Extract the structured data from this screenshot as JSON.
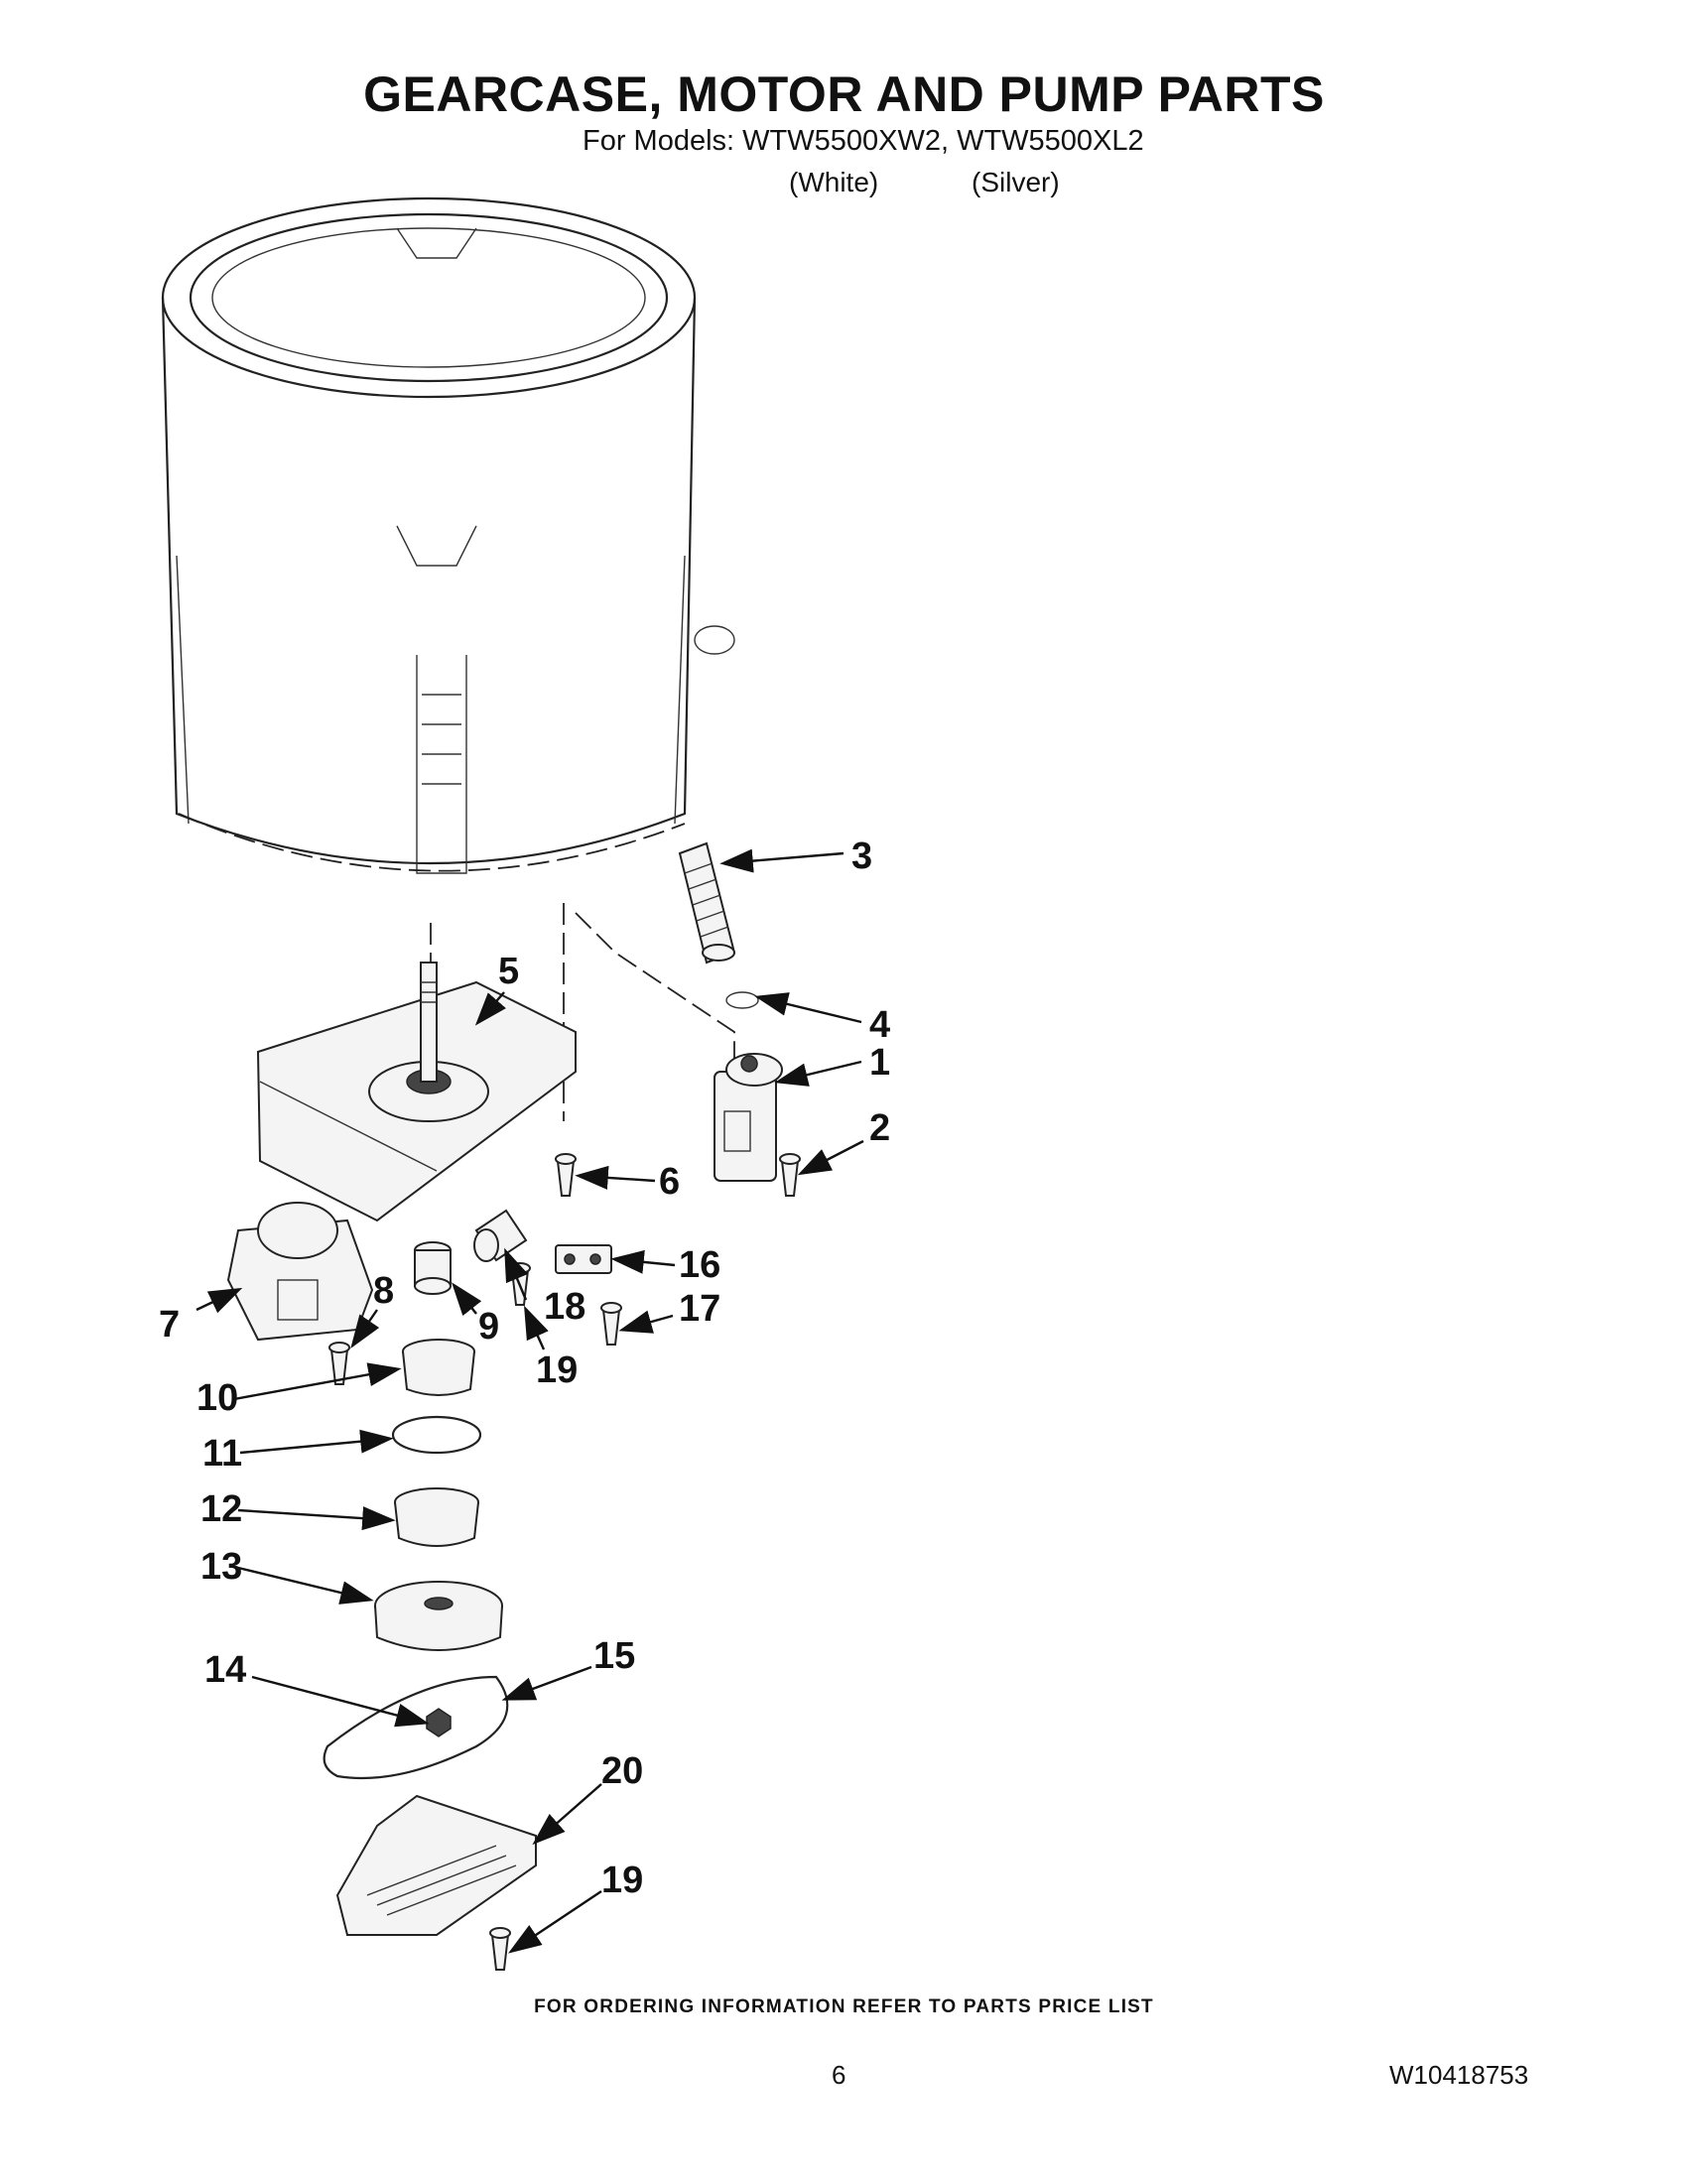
{
  "header": {
    "title": "GEARCASE, MOTOR AND PUMP PARTS",
    "models_line": "For Models: WTW5500XW2, WTW5500XL2",
    "variant_white": "(White)",
    "variant_silver": "(Silver)"
  },
  "callouts": [
    "1",
    "2",
    "3",
    "4",
    "5",
    "6",
    "7",
    "8",
    "9",
    "10",
    "11",
    "12",
    "13",
    "14",
    "15",
    "16",
    "17",
    "18",
    "19",
    "19",
    "20"
  ],
  "footer": {
    "ordering_note": "FOR ORDERING INFORMATION REFER TO PARTS PRICE LIST",
    "page_number": "6",
    "document_number": "W10418753"
  }
}
